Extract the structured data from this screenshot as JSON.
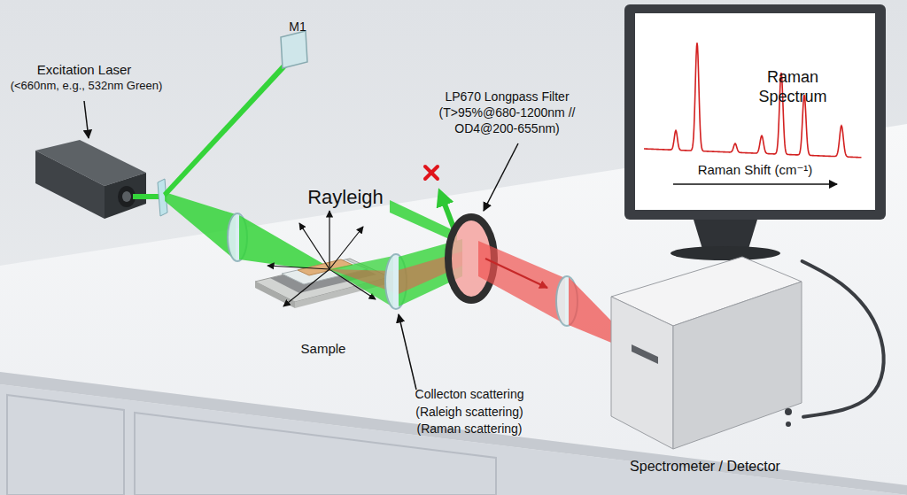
{
  "diagram": {
    "nodes": [
      {
        "text": [
          "Raman Spectrum",
          "Raman Shift (cm⁻¹)"
        ]
      },
      {
        "text": [
          "Spectrometer / Detector"
        ]
      }
    ],
    "edges": [
      {
        "from": 0,
        "to": 1,
        "arrow": "none"
      }
    ],
    "labels": [
      "Excitation Laser",
      "(<660nm, e.g., 532nm Green)",
      "M1",
      "Rayleigh",
      "LP670 Longpass Filter (T>95%@680-1200nm // OD4@200-655nm)",
      "Sample",
      "Collecton scattering (Raleigh scattering) (Raman scattering)"
    ]
  }
}
